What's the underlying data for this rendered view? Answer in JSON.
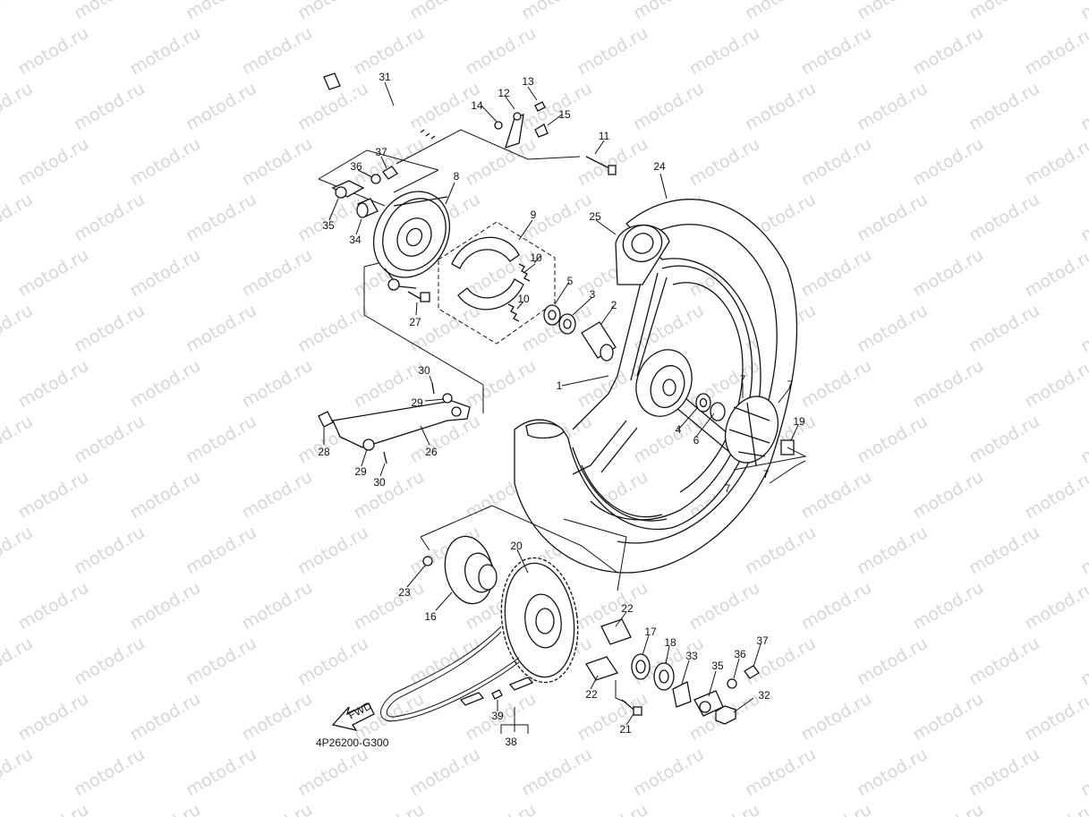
{
  "watermark": "motod.ru",
  "diagram_code": "4P26200-G300",
  "fwd_label": "FWD",
  "callouts": [
    {
      "id": "c1",
      "label": "1"
    },
    {
      "id": "c2",
      "label": "2"
    },
    {
      "id": "c3",
      "label": "3"
    },
    {
      "id": "c4",
      "label": "4"
    },
    {
      "id": "c5",
      "label": "5"
    },
    {
      "id": "c6",
      "label": "6"
    },
    {
      "id": "c7a",
      "label": "7"
    },
    {
      "id": "c7b",
      "label": "7"
    },
    {
      "id": "c7c",
      "label": "7"
    },
    {
      "id": "c7d",
      "label": "7"
    },
    {
      "id": "c8",
      "label": "8"
    },
    {
      "id": "c9",
      "label": "9"
    },
    {
      "id": "c10a",
      "label": "10"
    },
    {
      "id": "c10b",
      "label": "10"
    },
    {
      "id": "c11",
      "label": "11"
    },
    {
      "id": "c12",
      "label": "12"
    },
    {
      "id": "c13",
      "label": "13"
    },
    {
      "id": "c14",
      "label": "14"
    },
    {
      "id": "c15",
      "label": "15"
    },
    {
      "id": "c16",
      "label": "16"
    },
    {
      "id": "c17",
      "label": "17"
    },
    {
      "id": "c18",
      "label": "18"
    },
    {
      "id": "c19",
      "label": "19"
    },
    {
      "id": "c20",
      "label": "20"
    },
    {
      "id": "c21",
      "label": "21"
    },
    {
      "id": "c22a",
      "label": "22"
    },
    {
      "id": "c22b",
      "label": "22"
    },
    {
      "id": "c23",
      "label": "23"
    },
    {
      "id": "c24",
      "label": "24"
    },
    {
      "id": "c25",
      "label": "25"
    },
    {
      "id": "c26",
      "label": "26"
    },
    {
      "id": "c27",
      "label": "27"
    },
    {
      "id": "c28",
      "label": "28"
    },
    {
      "id": "c29a",
      "label": "29"
    },
    {
      "id": "c29b",
      "label": "29"
    },
    {
      "id": "c30a",
      "label": "30"
    },
    {
      "id": "c30b",
      "label": "30"
    },
    {
      "id": "c31",
      "label": "31"
    },
    {
      "id": "c32",
      "label": "32"
    },
    {
      "id": "c33",
      "label": "33"
    },
    {
      "id": "c34",
      "label": "34"
    },
    {
      "id": "c35a",
      "label": "35"
    },
    {
      "id": "c35b",
      "label": "35"
    },
    {
      "id": "c36a",
      "label": "36"
    },
    {
      "id": "c36b",
      "label": "36"
    },
    {
      "id": "c37a",
      "label": "37"
    },
    {
      "id": "c37b",
      "label": "37"
    },
    {
      "id": "c38",
      "label": "38"
    },
    {
      "id": "c39",
      "label": "39"
    }
  ]
}
